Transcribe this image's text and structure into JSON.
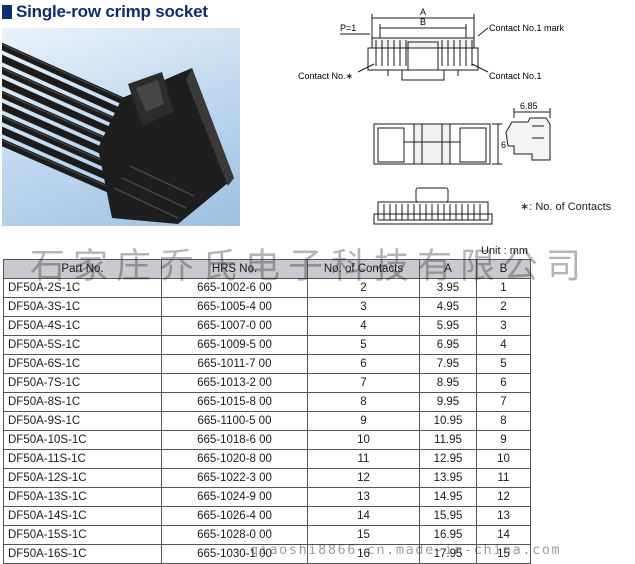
{
  "section_title": "Single-row crimp socket",
  "drawing_labels": {
    "dim_a": "A",
    "dim_b": "B",
    "pitch": "P=1",
    "contact_no1_mark": "Contact No.1 mark",
    "contact_n": "Contact No.∗",
    "contact_no1": "Contact No.1",
    "width_dim": "6.85",
    "height_dim": "6"
  },
  "contacts_note": "∗: No. of Contacts",
  "unit_note": "Unit : mm",
  "watermark_text": "石家庄乔氏电子科技有限公司",
  "watermark_url": "qiaoshi8866.cn.made-in-china.com",
  "table": {
    "headers": [
      "Part No.",
      "HRS No.",
      "No. of Contacts",
      "A",
      "B"
    ],
    "rows": [
      [
        "DF50A-2S-1C",
        "665-1002-6 00",
        "2",
        "3.95",
        "1"
      ],
      [
        "DF50A-3S-1C",
        "665-1005-4 00",
        "3",
        "4.95",
        "2"
      ],
      [
        "DF50A-4S-1C",
        "665-1007-0 00",
        "4",
        "5.95",
        "3"
      ],
      [
        "DF50A-5S-1C",
        "665-1009-5 00",
        "5",
        "6.95",
        "4"
      ],
      [
        "DF50A-6S-1C",
        "665-1011-7 00",
        "6",
        "7.95",
        "5"
      ],
      [
        "DF50A-7S-1C",
        "665-1013-2 00",
        "7",
        "8.95",
        "6"
      ],
      [
        "DF50A-8S-1C",
        "665-1015-8 00",
        "8",
        "9.95",
        "7"
      ],
      [
        "DF50A-9S-1C",
        "665-1100-5 00",
        "9",
        "10.95",
        "8"
      ],
      [
        "DF50A-10S-1C",
        "665-1018-6 00",
        "10",
        "11.95",
        "9"
      ],
      [
        "DF50A-11S-1C",
        "665-1020-8 00",
        "11",
        "12.95",
        "10"
      ],
      [
        "DF50A-12S-1C",
        "665-1022-3 00",
        "12",
        "13.95",
        "11"
      ],
      [
        "DF50A-13S-1C",
        "665-1024-9 00",
        "13",
        "14.95",
        "12"
      ],
      [
        "DF50A-14S-1C",
        "665-1026-4 00",
        "14",
        "15.95",
        "13"
      ],
      [
        "DF50A-15S-1C",
        "665-1028-0 00",
        "15",
        "16.95",
        "14"
      ],
      [
        "DF50A-16S-1C",
        "665-1030-1 00",
        "16",
        "17.95",
        "15"
      ]
    ]
  }
}
